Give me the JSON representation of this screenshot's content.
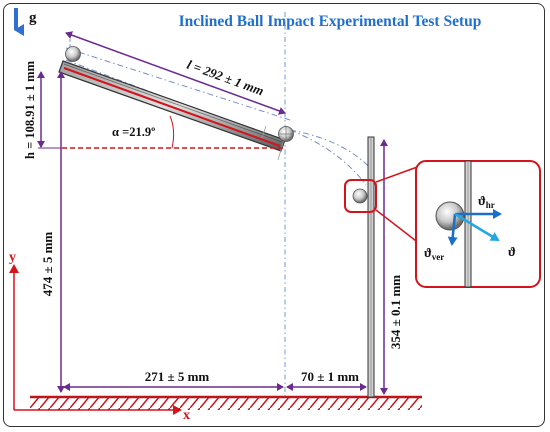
{
  "title": "Inclined Ball Impact Experimental Test Setup",
  "gravity_label": "g",
  "length_label": "l = 292 ± 1 mm",
  "angle_label": "α =21.9º",
  "height_label": "h = 108.91 ± 1 mm",
  "vertical_label": "474 ± 5 mm",
  "horizontal_label": "271 ± 5 mm",
  "gap_label": "70 ± 1 mm",
  "wall_height_label": "354 ± 0.1 mm",
  "axis_y": "y",
  "axis_x": "x",
  "velocity_hr": "ϑhr",
  "velocity_ver": "ϑver",
  "velocity": "ϑ",
  "colors": {
    "title": "#1f6fd1",
    "dimension": "#6a2c91",
    "red": "#d4141b",
    "arrow_blue": "#1a6fc9",
    "arrow_cyan": "#22a8e0"
  }
}
